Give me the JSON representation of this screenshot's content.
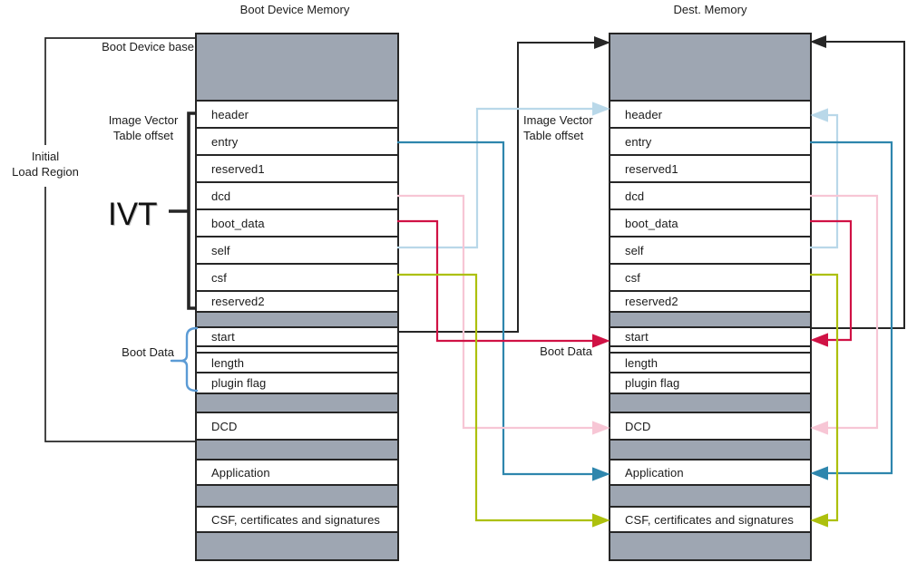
{
  "diagram": {
    "left_title": "Boot Device Memory",
    "right_title": "Dest. Memory",
    "labels": {
      "boot_device_base": "Boot Device base",
      "ivt_offset_left_line1": "Image Vector",
      "ivt_offset_left_line2": "Table offset",
      "initial_load_line1": "Initial",
      "initial_load_line2": "Load Region",
      "ivt": "IVT",
      "boot_data_left": "Boot Data",
      "ivt_offset_right_line1": "Image Vector",
      "ivt_offset_right_line2": "Table offset",
      "boot_data_right": "Boot Data"
    },
    "memory_rows": [
      {
        "kind": "region-gray",
        "label": ""
      },
      {
        "kind": "field",
        "label": "header"
      },
      {
        "kind": "field",
        "label": "entry"
      },
      {
        "kind": "field",
        "label": "reserved1"
      },
      {
        "kind": "field",
        "label": "dcd"
      },
      {
        "kind": "field",
        "label": "boot_data"
      },
      {
        "kind": "field",
        "label": "self"
      },
      {
        "kind": "field",
        "label": "csf"
      },
      {
        "kind": "field",
        "label": "reserved2"
      },
      {
        "kind": "gray-sm",
        "label": ""
      },
      {
        "kind": "field",
        "label": "start"
      },
      {
        "kind": "thin",
        "label": ""
      },
      {
        "kind": "field",
        "label": "length"
      },
      {
        "kind": "field",
        "label": "plugin flag"
      },
      {
        "kind": "gray-sm",
        "label": ""
      },
      {
        "kind": "field",
        "label": "DCD"
      },
      {
        "kind": "gray-sm",
        "label": ""
      },
      {
        "kind": "field",
        "label": "Application"
      },
      {
        "kind": "gray-sm",
        "label": ""
      },
      {
        "kind": "field",
        "label": "CSF, certificates and signatures"
      },
      {
        "kind": "gray-sm",
        "label": ""
      }
    ],
    "connections": [
      {
        "from": "start (boot data)",
        "to": "destination memory base",
        "color": "black",
        "sides": "both"
      },
      {
        "from": "self",
        "to": "header (IVT location)",
        "color": "pale_blue",
        "sides": "both"
      },
      {
        "from": "entry",
        "to": "Application",
        "color": "teal",
        "sides": "both"
      },
      {
        "from": "dcd",
        "to": "DCD",
        "color": "pink",
        "sides": "both"
      },
      {
        "from": "boot_data",
        "to": "start (Boot Data)",
        "color": "crimson",
        "sides": "both"
      },
      {
        "from": "csf",
        "to": "CSF, certificates and signatures",
        "color": "olive",
        "sides": "both"
      }
    ],
    "colors": {
      "black": "#262626",
      "pale_blue": "#b9d8e9",
      "teal": "#2e86ad",
      "pink": "#f7c6d5",
      "crimson": "#d01245",
      "olive": "#adc00d",
      "bracket_blue": "#5b9bd5",
      "gray_fill": "#9ea6b2"
    }
  }
}
